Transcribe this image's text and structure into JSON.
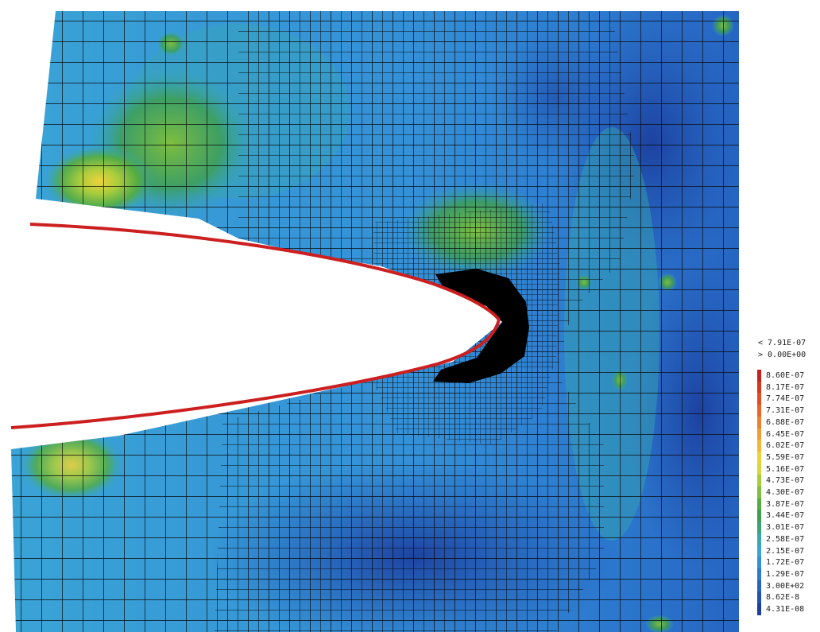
{
  "figure": {
    "description_none": "",
    "colors": {
      "edge_line": "#cc1f1f",
      "mesh_line": "#0a0a0a",
      "refined_core": "#000000",
      "background": "#ffffff"
    }
  },
  "legend": {
    "header": [
      "< 7.91E-07",
      "> 0.00E+00"
    ],
    "entries": [
      {
        "label": "8.60E-07",
        "color": "#c8201c"
      },
      {
        "label": "8.17E-07",
        "color": "#d8361e"
      },
      {
        "label": "7.74E-07",
        "color": "#e24c20"
      },
      {
        "label": "7.31E-07",
        "color": "#e9642a"
      },
      {
        "label": "6.88E-07",
        "color": "#ee8032"
      },
      {
        "label": "6.45E-07",
        "color": "#f29c34"
      },
      {
        "label": "6.02E-07",
        "color": "#f4b637"
      },
      {
        "label": "5.59E-07",
        "color": "#efd23a"
      },
      {
        "label": "5.16E-07",
        "color": "#d5d83c"
      },
      {
        "label": "4.73E-07",
        "color": "#a9cc3d"
      },
      {
        "label": "4.30E-07",
        "color": "#7fbe3f"
      },
      {
        "label": "3.87E-07",
        "color": "#55ad3f"
      },
      {
        "label": "3.44E-07",
        "color": "#3f9f4d"
      },
      {
        "label": "3.01E-07",
        "color": "#3ba27a"
      },
      {
        "label": "2.58E-07",
        "color": "#38a8ad"
      },
      {
        "label": "2.15E-07",
        "color": "#3aa4d6"
      },
      {
        "label": "1.72E-07",
        "color": "#3490d7"
      },
      {
        "label": "1.29E-07",
        "color": "#2c7acf"
      },
      {
        "label": "3.00E+02",
        "color": "#2664c2"
      },
      {
        "label": "8.62E-8",
        "color": "#2152b2"
      },
      {
        "label": "4.31E-08",
        "color": "#1c3f9e"
      }
    ]
  }
}
